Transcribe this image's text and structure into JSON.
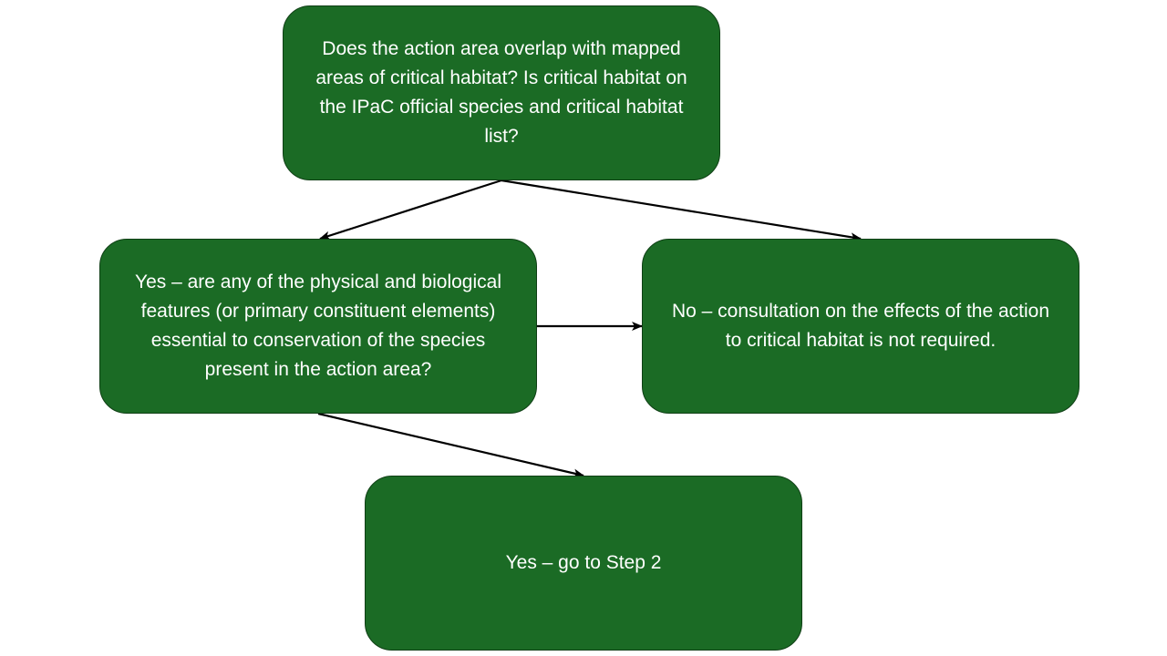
{
  "diagram": {
    "nodes": {
      "question": {
        "text": "Does the action area overlap with mapped areas of critical habitat? Is critical habitat on the IPaC official species and critical habitat list?"
      },
      "yes_features": {
        "text": "Yes – are any of the physical and biological features (or primary constituent elements) essential to conservation of the species present in the action area?"
      },
      "no": {
        "text": "No – consultation on the effects of the action to critical habitat is not required."
      },
      "step2": {
        "text": "Yes – go to Step 2"
      }
    },
    "edges": [
      {
        "from": "question",
        "to": "yes_features"
      },
      {
        "from": "question",
        "to": "no"
      },
      {
        "from": "yes_features",
        "to": "no"
      },
      {
        "from": "yes_features",
        "to": "step2"
      }
    ],
    "colors": {
      "box_fill": "#1b6b25",
      "box_border": "#0f3f15",
      "text": "#ffffff",
      "connector": "#000000"
    }
  }
}
